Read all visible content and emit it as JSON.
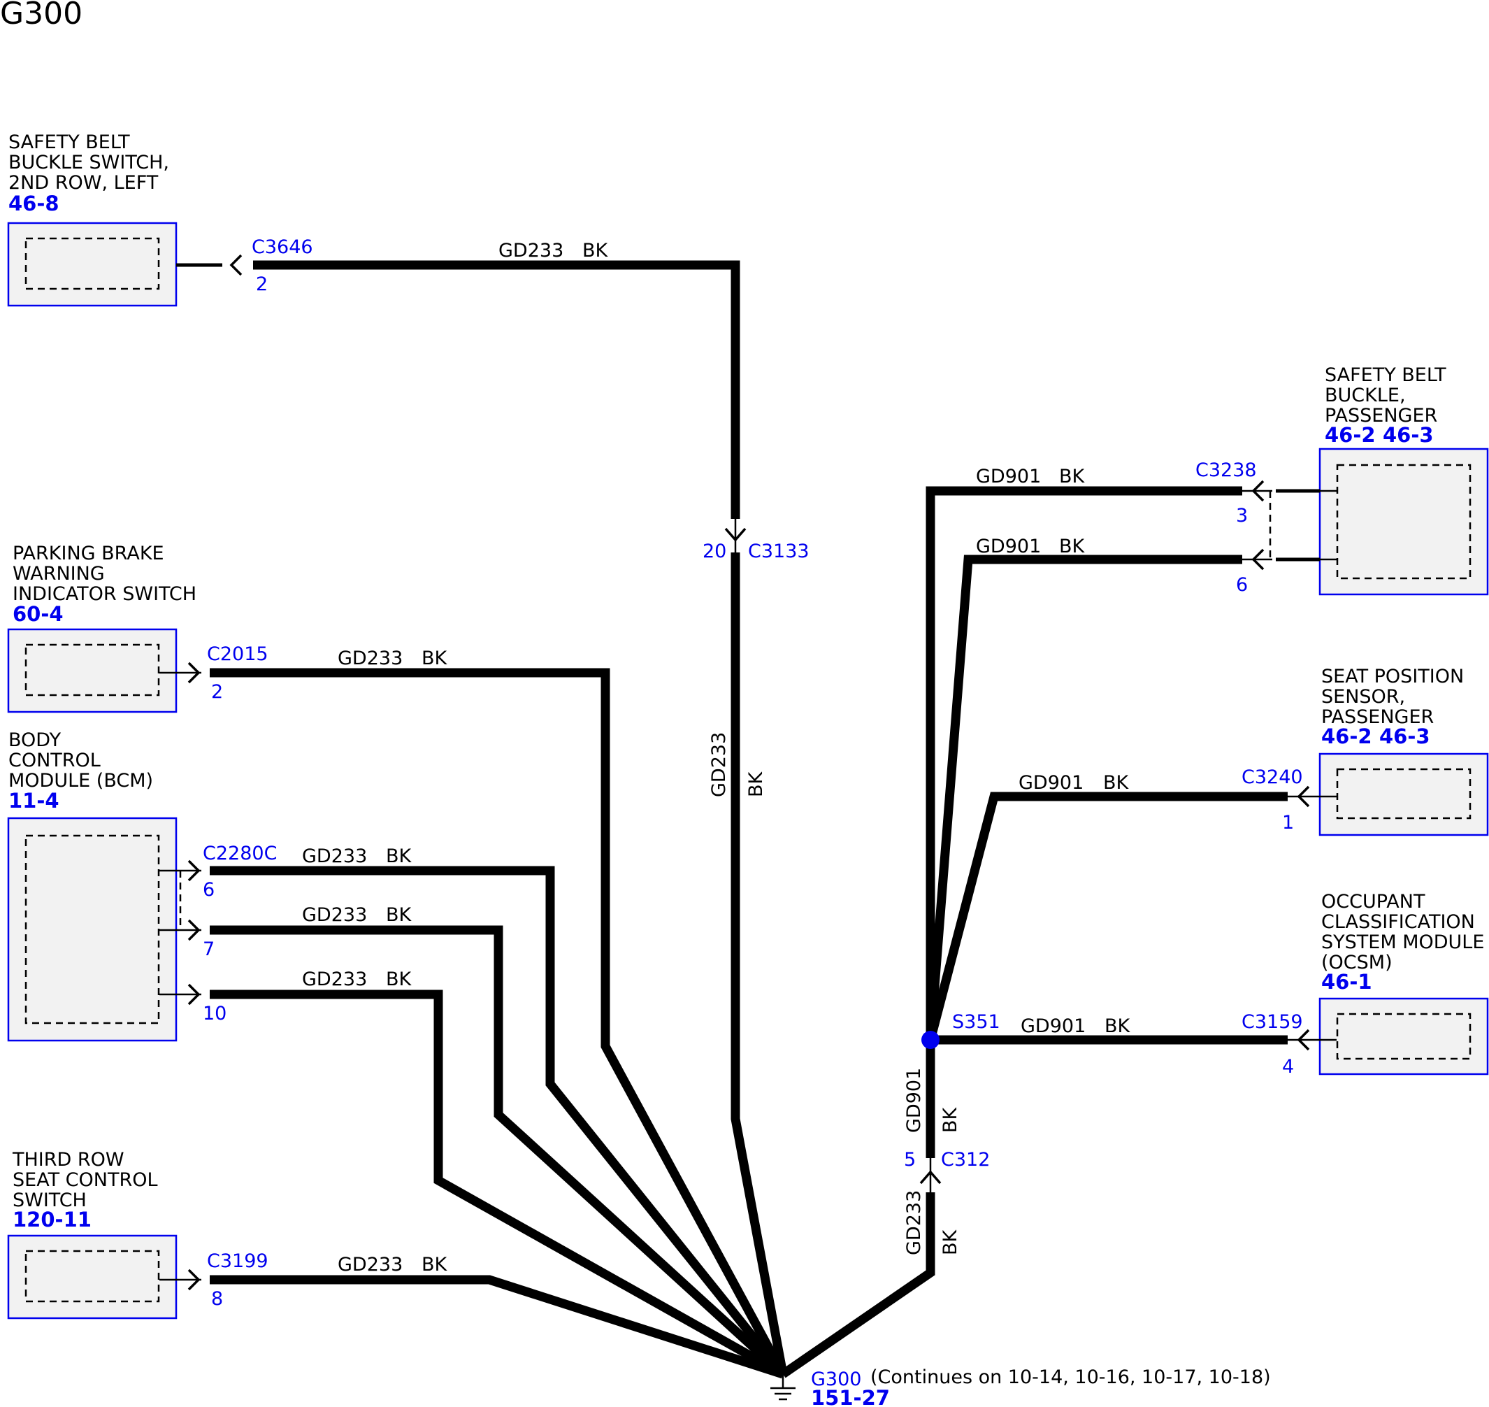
{
  "title": "G300",
  "components": {
    "belt_2nd_left": {
      "lines": [
        "SAFETY BELT",
        "BUCKLE SWITCH,",
        "2ND ROW, LEFT"
      ],
      "ref": "46-8"
    },
    "parking_brake": {
      "lines": [
        "PARKING BRAKE",
        "WARNING",
        "INDICATOR SWITCH"
      ],
      "ref": "60-4"
    },
    "bcm": {
      "lines": [
        "BODY",
        "CONTROL",
        "MODULE (BCM)"
      ],
      "ref": "11-4"
    },
    "third_row": {
      "lines": [
        "THIRD ROW",
        "SEAT CONTROL",
        "SWITCH"
      ],
      "ref": "120-11"
    },
    "belt_passenger": {
      "lines": [
        "SAFETY BELT",
        "BUCKLE,",
        "PASSENGER"
      ],
      "ref1": "46-2",
      "ref2": "46-3"
    },
    "seat_position": {
      "lines": [
        "SEAT POSITION",
        "SENSOR,",
        "PASSENGER"
      ],
      "ref1": "46-2",
      "ref2": "46-3"
    },
    "ocsm": {
      "lines": [
        "OCCUPANT",
        "CLASSIFICATION",
        "SYSTEM MODULE",
        "(OCSM)"
      ],
      "ref": "46-1"
    }
  },
  "connectors": {
    "c3646": {
      "name": "C3646",
      "pin": "2"
    },
    "c3133": {
      "name": "C3133",
      "pin": "20"
    },
    "c2015": {
      "name": "C2015",
      "pin": "2"
    },
    "c2280c": {
      "name": "C2280C",
      "pins": [
        "6",
        "7",
        "10"
      ]
    },
    "c3199": {
      "name": "C3199",
      "pin": "8"
    },
    "c3238": {
      "name": "C3238",
      "pins": [
        "3",
        "6"
      ]
    },
    "c3240": {
      "name": "C3240",
      "pin": "1"
    },
    "c3159": {
      "name": "C3159",
      "pin": "4"
    },
    "c312": {
      "name": "C312",
      "pin": "5"
    }
  },
  "splice": {
    "name": "S351"
  },
  "wires": {
    "gd233": {
      "circuit": "GD233",
      "color": "BK"
    },
    "gd901": {
      "circuit": "GD901",
      "color": "BK"
    }
  },
  "ground": {
    "name": "G300",
    "ref": "151-27",
    "note": "(Continues on 10-14, 10-16, 10-17, 10-18)"
  },
  "colors": {
    "wire": "#000000",
    "link": "#0000ee",
    "splice": "#0000ee",
    "box_fill": "#f2f2f2"
  }
}
